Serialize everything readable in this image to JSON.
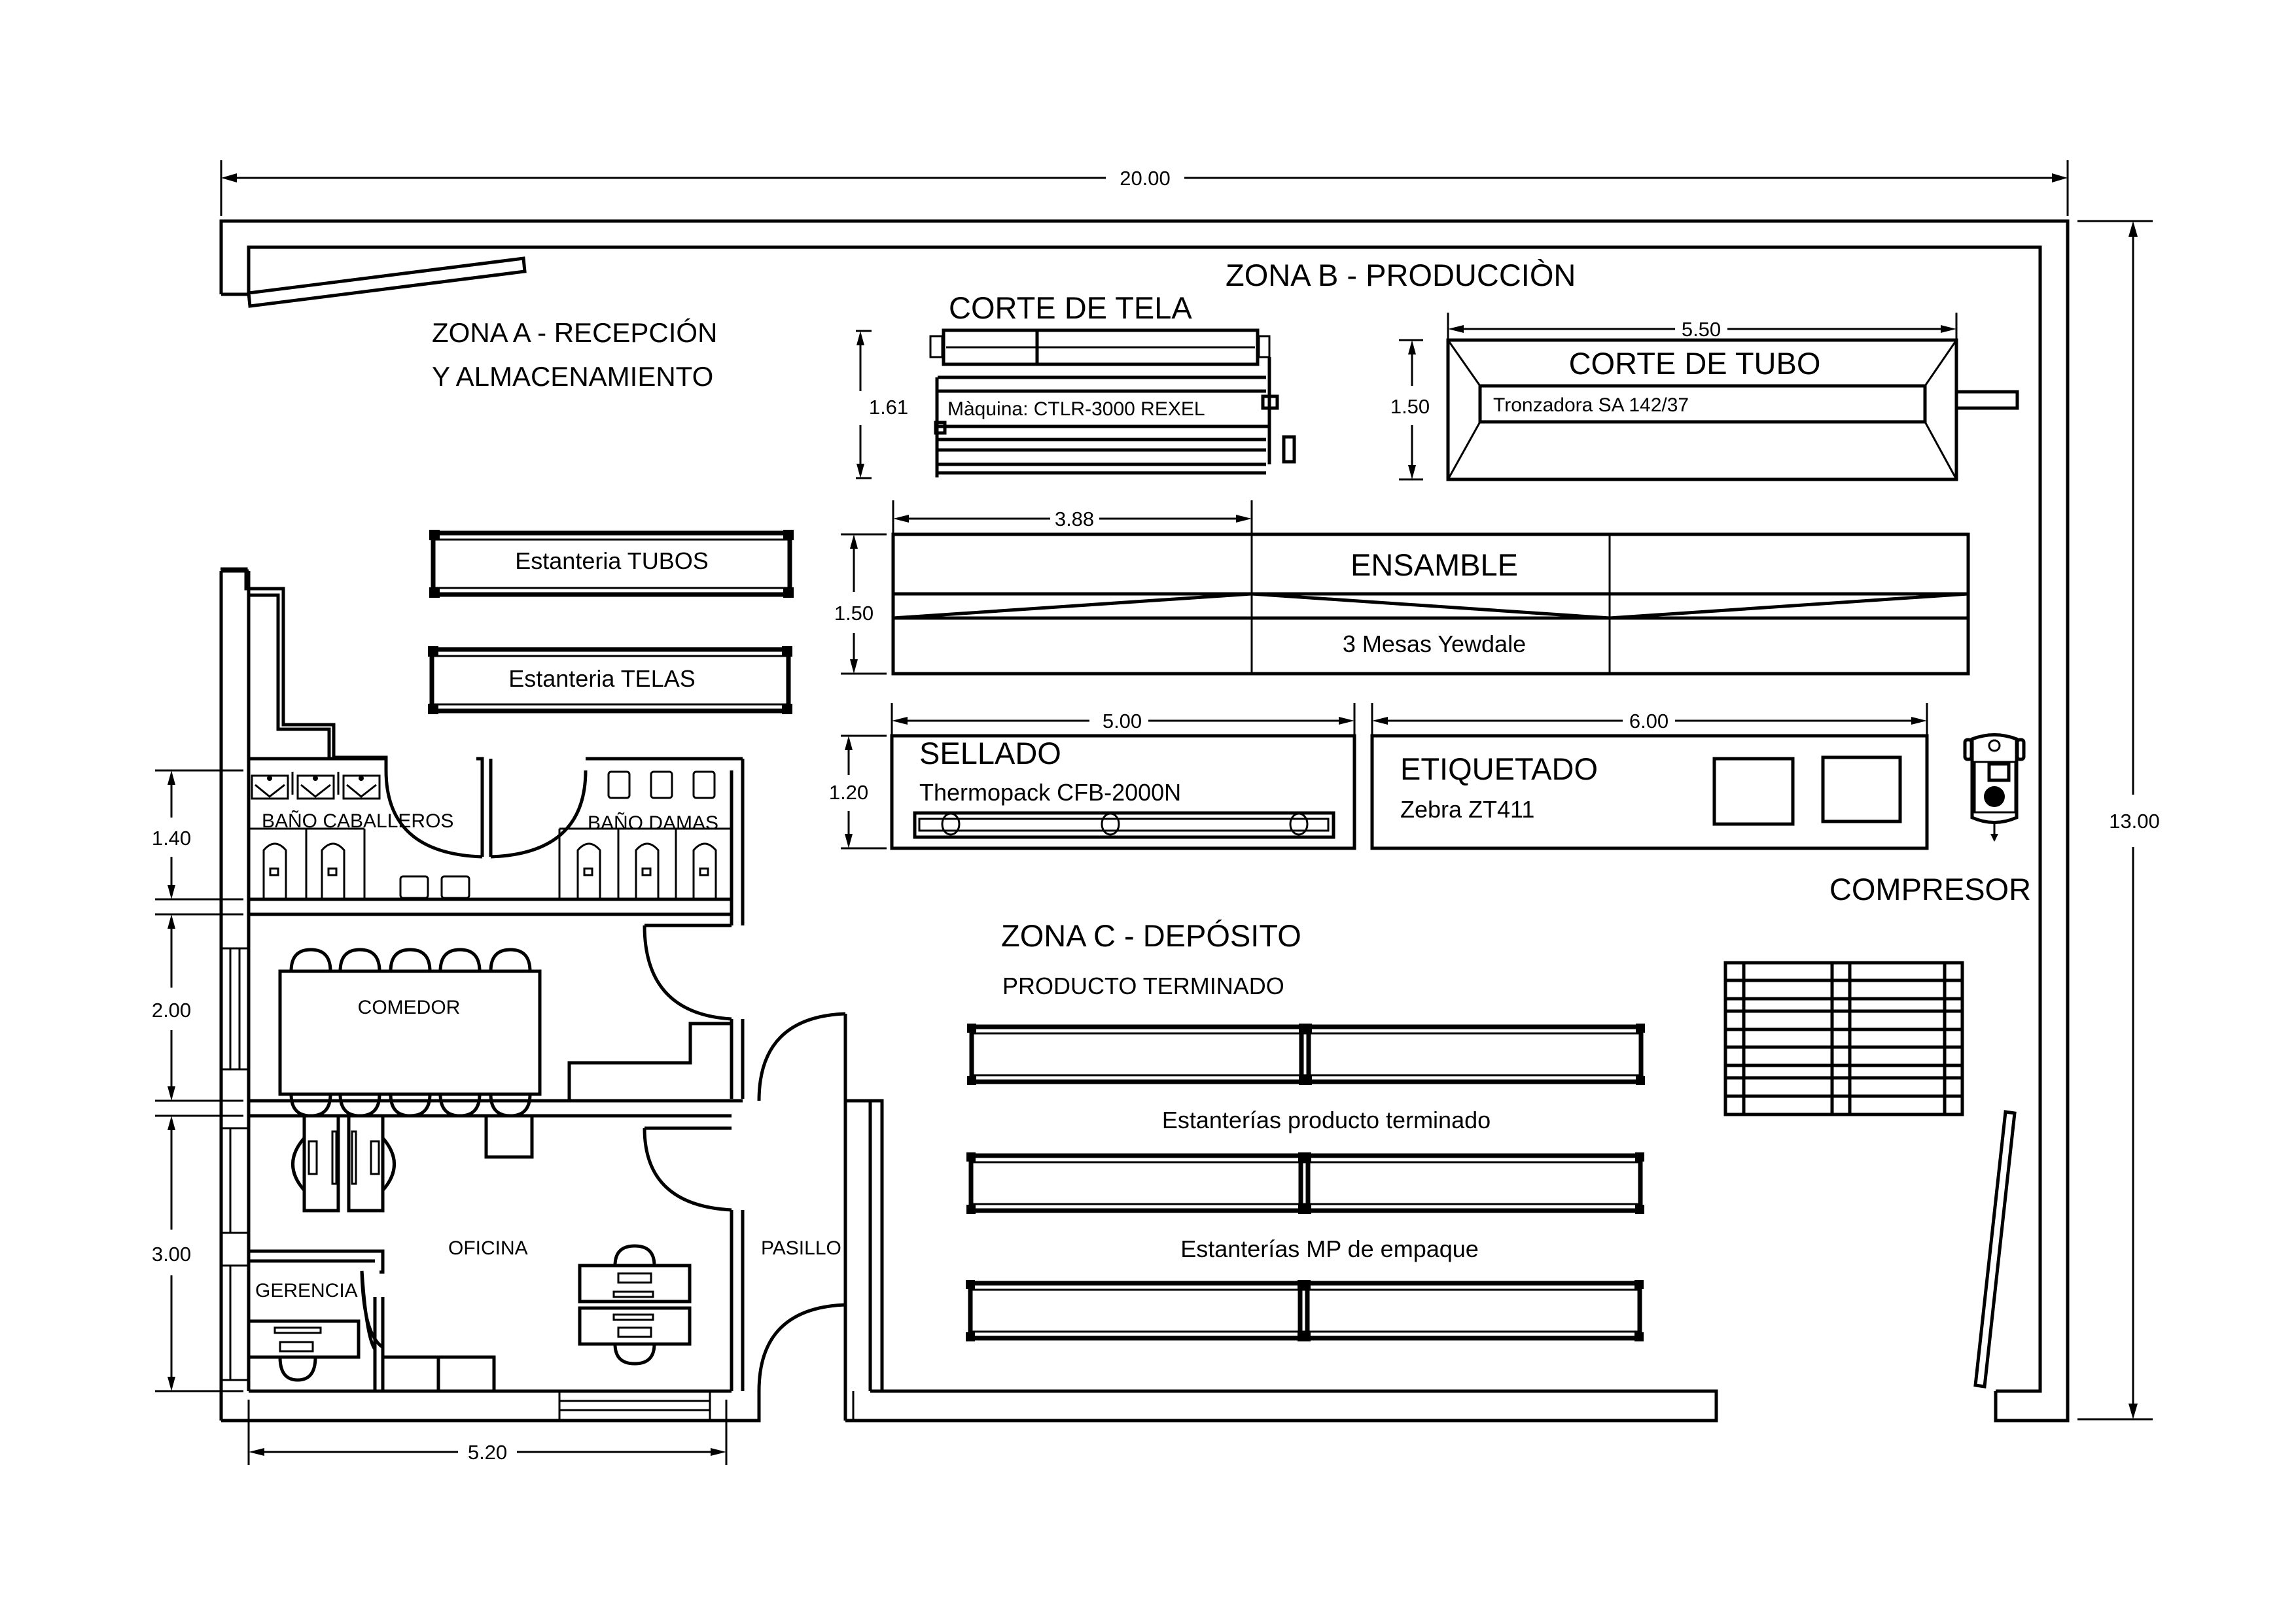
{
  "title": "Plano de distribución de planta",
  "zones": {
    "zone_a": {
      "line1": "ZONA A - RECEPCIÓN",
      "line2": "Y ALMACENAMIENTO"
    },
    "zone_b": {
      "label": "ZONA B - PRODUCCIÒN"
    },
    "zone_c": {
      "label": "ZONA C - DEPÓSITO",
      "sublabel": "PRODUCTO TERMINADO"
    }
  },
  "stations": {
    "corte_tela": {
      "title": "CORTE DE TELA",
      "machine": "Màquina: CTLR-3000 REXEL",
      "dim_height": "1.61"
    },
    "corte_tubo": {
      "title": "CORTE DE TUBO",
      "machine": "Tronzadora SA 142/37",
      "dim_width": "5.50",
      "dim_height": "1.50"
    },
    "ensamble": {
      "title": "ENSAMBLE",
      "detail": "3 Mesas Yewdale",
      "dim_width": "3.88",
      "dim_height": "1.50"
    },
    "sellado": {
      "title": "SELLADO",
      "machine": "Thermopack CFB-2000N",
      "dim_width": "5.00",
      "dim_height": "1.20"
    },
    "etiquetado": {
      "title": "ETIQUETADO",
      "machine": "Zebra ZT411",
      "dim_width": "6.00"
    },
    "compresor": {
      "title": "COMPRESOR"
    }
  },
  "shelves": {
    "tubos": "Estanteria TUBOS",
    "telas": "Estanteria TELAS",
    "producto_terminado": "Estanterías producto terminado",
    "mp_empaque": "Estanterías MP de empaque"
  },
  "rooms": {
    "bano_caballeros": "BAÑO CABALLEROS",
    "bano_damas": "BAÑO  DAMAS",
    "comedor": "COMEDOR",
    "oficina": "OFICINA",
    "gerencia": "GERENCIA",
    "pasillo": "PASILLO"
  },
  "dimensions": {
    "overall_width": "20.00",
    "overall_height": "13.00",
    "banos_height": "1.40",
    "comedor_height": "2.00",
    "oficina_height": "3.00",
    "admin_width": "5.20"
  }
}
